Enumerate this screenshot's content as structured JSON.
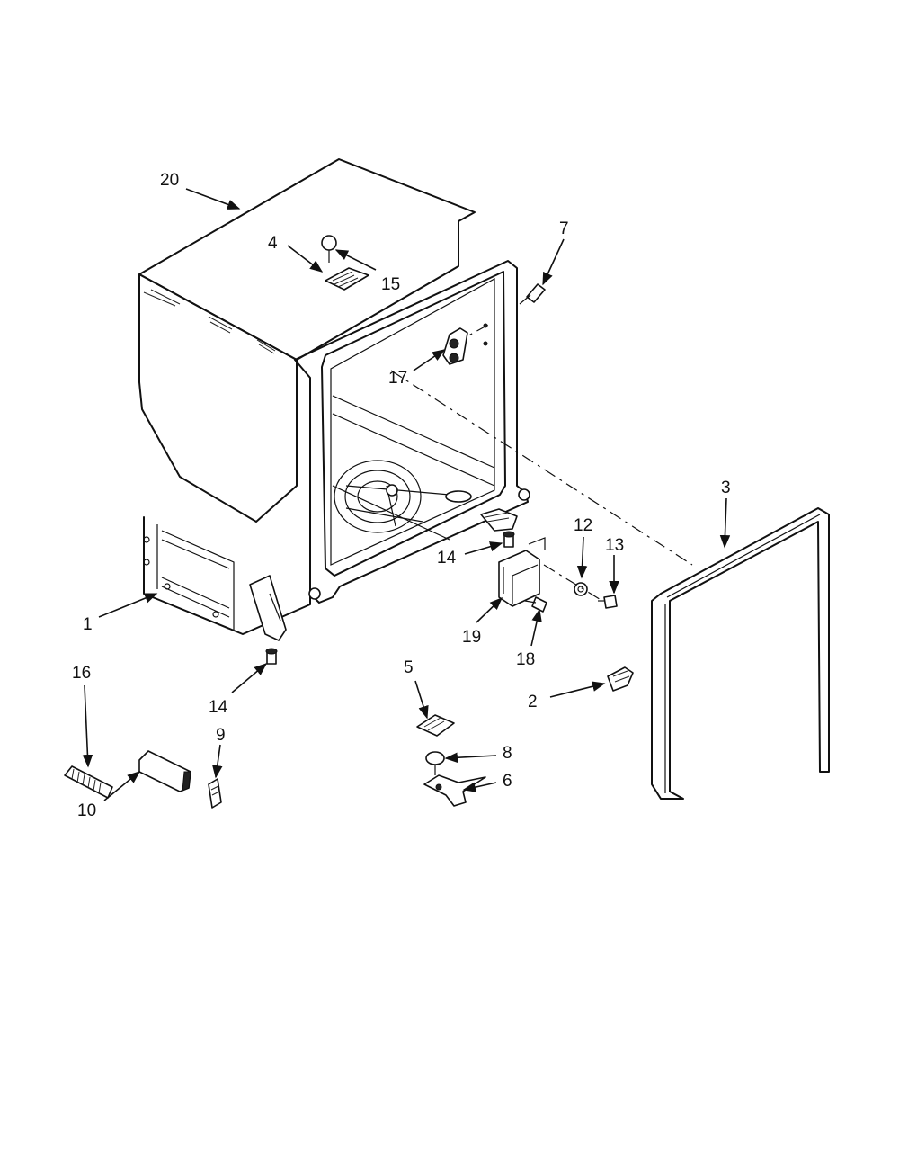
{
  "callouts": {
    "c1": "1",
    "c2": "2",
    "c3": "3",
    "c4": "4",
    "c5": "5",
    "c6": "6",
    "c7": "7",
    "c8": "8",
    "c9": "9",
    "c10": "10",
    "c12": "12",
    "c13": "13",
    "c14a": "14",
    "c14b": "14",
    "c15": "15",
    "c16": "16",
    "c17": "17",
    "c18": "18",
    "c19": "19",
    "c20": "20"
  }
}
